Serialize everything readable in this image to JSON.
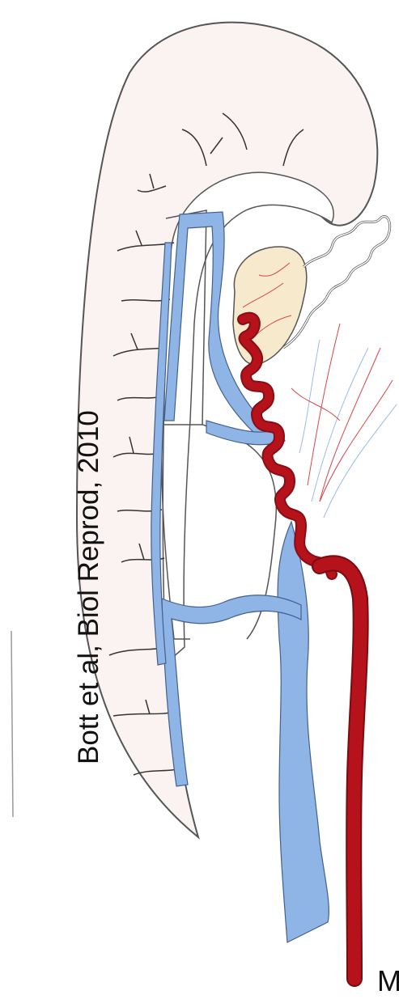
{
  "figure": {
    "citation": "Bott et al, Biol Reprod, 2010",
    "corner_label": "M",
    "colors": {
      "organ_fill": "#fbf2f2",
      "outline": "#555555",
      "vein": "#8fb4e6",
      "artery": "#b5121b",
      "gland_fill": "#f6e9cc",
      "fine_artery": "#d9454a",
      "fine_vein": "#9bbbe6"
    },
    "parts": [
      "organ-outline",
      "vein-network",
      "coiled-artery",
      "gland-body",
      "efferent-duct",
      "fine-vessels",
      "branch-nerves"
    ]
  }
}
